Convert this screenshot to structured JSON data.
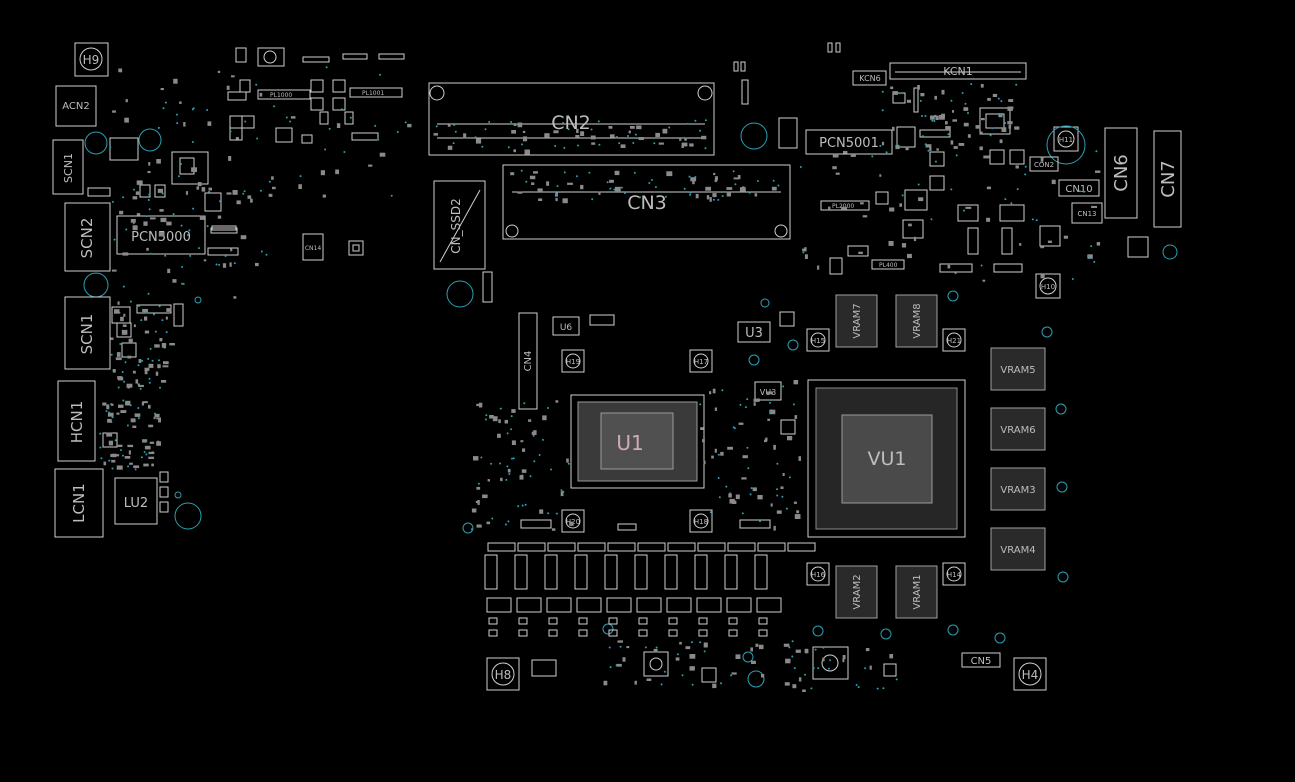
{
  "colors": {
    "background": "#000000",
    "outline": "#cfcfcf",
    "label": "#bdbdbd",
    "via": "#2aa0b4",
    "pad": "#8a8a8a",
    "highlight": "#ff6aa0"
  },
  "labels": {
    "H9": "H9",
    "ACN2": "ACN2",
    "SCN1_small": "SCN1",
    "SCN2": "SCN2",
    "PCN5000": "PCN5000",
    "SCN1": "SCN1",
    "HCN1": "HCN1",
    "LCN1": "LCN1",
    "LU2": "LU2",
    "PL1000": "PL1000",
    "PL1001": "PL1001",
    "CN2": "CN2",
    "CN3": "CN3",
    "CN_SSD2": "CN_SSD2",
    "CN14": "CN14",
    "CN4": "CN4",
    "U6": "U6",
    "U1": "U1",
    "U3": "U3",
    "VU3": "VU3",
    "KCN6": "KCN6",
    "KCN1": "KCN1",
    "PCN5001": "PCN5001",
    "PL2000": "PL2000",
    "PL400": "PL400",
    "CON2": "CON2",
    "CN10": "CN10",
    "CN13": "CN13",
    "CN6": "CN6",
    "CN7": "CN7",
    "H11": "H11",
    "H10": "H10",
    "VRAM7": "VRAM7",
    "VRAM8": "VRAM8",
    "VRAM5": "VRAM5",
    "VRAM6": "VRAM6",
    "VRAM3": "VRAM3",
    "VRAM4": "VRAM4",
    "VRAM2": "VRAM2",
    "VRAM1": "VRAM1",
    "VU1": "VU1",
    "H15": "H15",
    "H21": "H21",
    "H16": "H16",
    "H14": "H14",
    "H17": "H17",
    "H19": "H19",
    "H20": "H20",
    "H18": "H18",
    "H8": "H8",
    "H4": "H4",
    "CN5": "CN5"
  }
}
